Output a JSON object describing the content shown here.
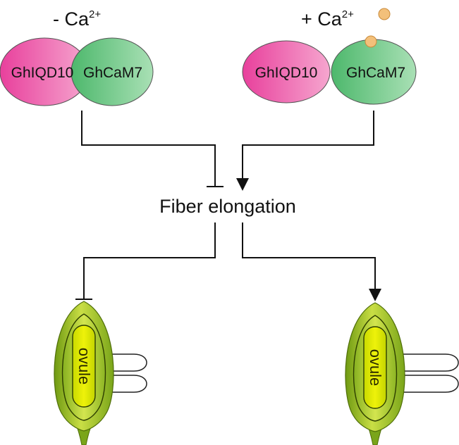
{
  "left_state": {
    "condition": "- Ca",
    "superscript": "2+",
    "protein_a": "GhIQD10",
    "protein_b": "GhCaM7"
  },
  "right_state": {
    "condition": "+ Ca",
    "superscript": "2+",
    "protein_a": "GhIQD10",
    "protein_b": "GhCaM7"
  },
  "center_label": "Fiber elongation",
  "ovule_left": {
    "label": "ovule"
  },
  "ovule_right": {
    "label": "ovule"
  },
  "colors": {
    "iqd_pink_dark": "#e8409c",
    "iqd_pink_light": "#f6a6cf",
    "cam_green_dark": "#4db86c",
    "cam_green_light": "#a9e0b5",
    "calcium_orange": "#f3c07a",
    "ovule_outer_dark": "#6f9a12",
    "ovule_outer_light": "#c9de45",
    "ovule_core": "#dfe800",
    "line": "#111111"
  }
}
